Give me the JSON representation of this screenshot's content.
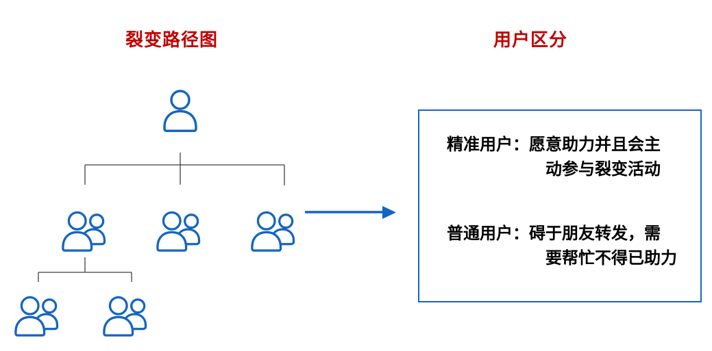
{
  "left_panel": {
    "title": "裂变路径图",
    "tree": {
      "root_icon": "person-icon",
      "level2_icons": [
        "people-pair-icon",
        "people-pair-icon",
        "people-pair-icon"
      ],
      "level3_icons": [
        "people-pair-icon",
        "people-pair-icon"
      ]
    }
  },
  "arrow": {
    "icon": "arrow-right-icon",
    "direction": "right"
  },
  "right_panel": {
    "title": "用户区分",
    "box_items": [
      {
        "line1": "精准用户：愿意助力并且会主",
        "line2": "动参与裂变活动"
      },
      {
        "line1": "普通用户：碍于朋友转发，需",
        "line2": "要帮忙不得已助力"
      }
    ]
  },
  "colors": {
    "title_red": "#C00000",
    "accent_blue": "#1565C0",
    "connector_gray": "#3F3F3F",
    "text_black": "#000000"
  }
}
